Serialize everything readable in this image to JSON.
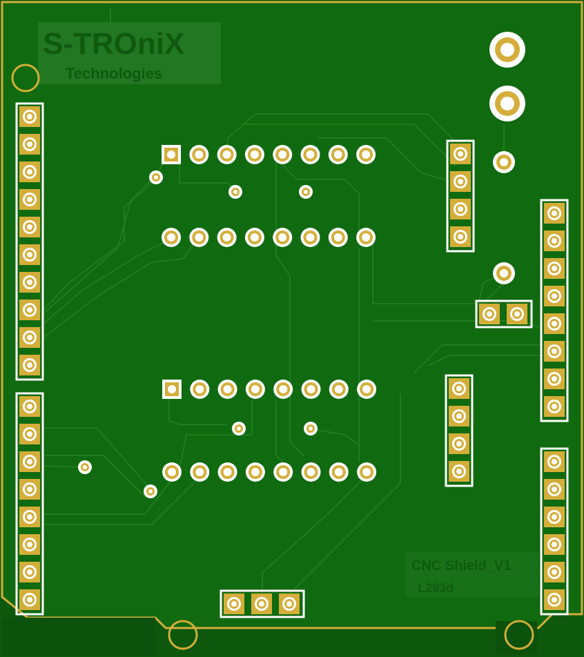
{
  "board": {
    "brand_name": "S-TROniX",
    "brand_subtitle": "Technologies",
    "project_name": "CNC Shield_V1",
    "driver_ic": "L293d",
    "colors": {
      "background": "#0e5a0e",
      "board": "#106a10",
      "trace": "#1d7d1d",
      "copper": "#d4ae3a",
      "outline": "#d4ae3a",
      "silkscreen": "#ffffff",
      "drill": "#ffffff",
      "logo_box": "#2b7e2b",
      "logo_text": "#0f5a0f"
    }
  }
}
